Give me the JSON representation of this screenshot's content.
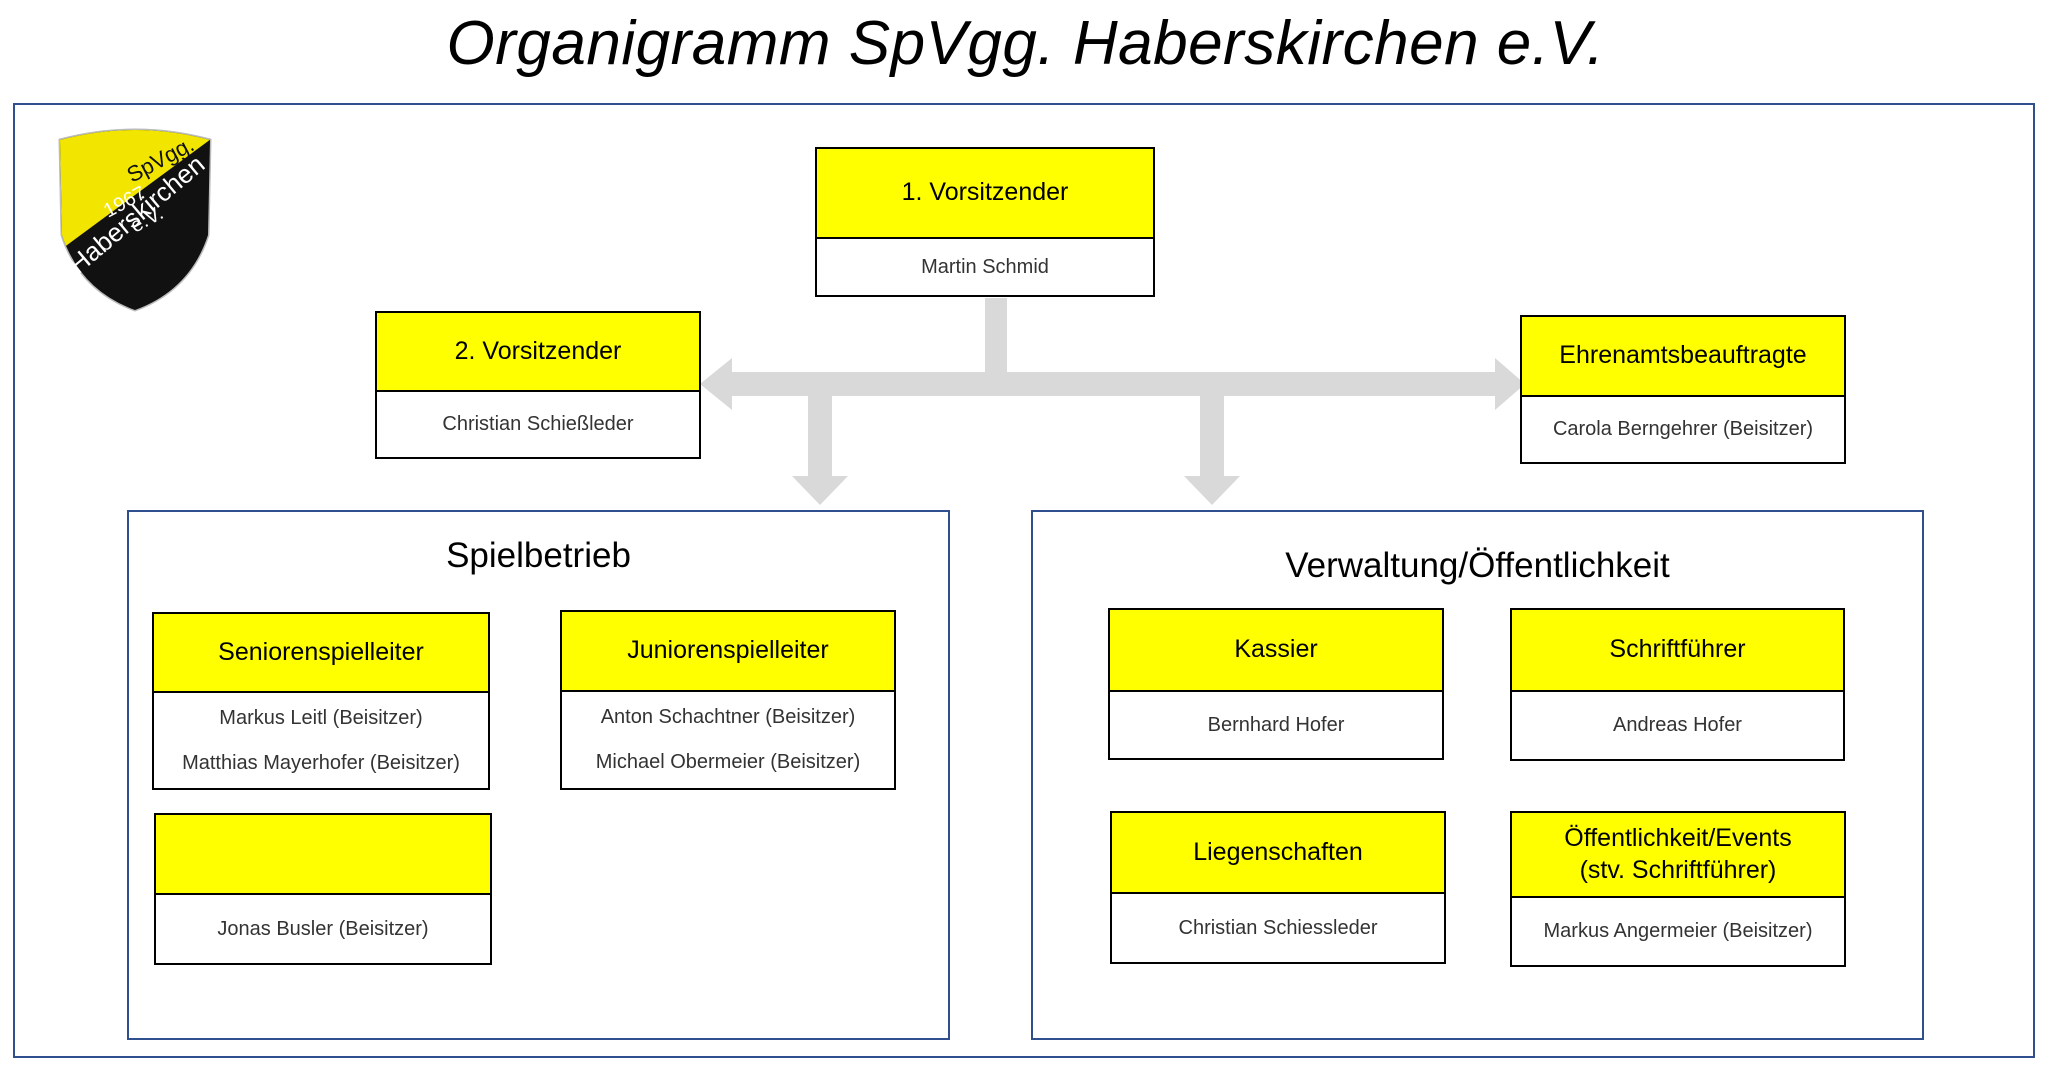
{
  "title": "Organigramm SpVgg. Haberskirchen e.V.",
  "colors": {
    "header_fill": "#ffff00",
    "frame": "#2f4f8f",
    "connector": "#d9d9d9"
  },
  "logo": {
    "text_top": "SpVgg.",
    "text_year": "1967",
    "text_ev": "e.V.",
    "text_bottom": "Haberskirchen"
  },
  "top": {
    "chair1": {
      "role": "1. Vorsitzender",
      "members": [
        "Martin Schmid"
      ]
    },
    "chair2": {
      "role": "2. Vorsitzender",
      "members": [
        "Christian Schießleder"
      ]
    },
    "honorary": {
      "role": "Ehrenamtsbeauftragte",
      "members": [
        "Carola Berngehrer (Beisitzer)"
      ]
    }
  },
  "spielbetrieb": {
    "title": "Spielbetrieb",
    "senioren": {
      "role": "Seniorenspielleiter",
      "members": [
        "Markus Leitl (Beisitzer)",
        "Matthias Mayerhofer (Beisitzer)"
      ]
    },
    "junioren": {
      "role": "Juniorenspielleiter",
      "members": [
        "Anton Schachtner (Beisitzer)",
        "Michael Obermeier (Beisitzer)"
      ]
    },
    "extra": {
      "role": "",
      "members": [
        "Jonas Busler (Beisitzer)"
      ]
    }
  },
  "verwaltung": {
    "title": "Verwaltung/Öffentlichkeit",
    "kassier": {
      "role": "Kassier",
      "members": [
        "Bernhard Hofer"
      ]
    },
    "schriftfuehrer": {
      "role": "Schriftführer",
      "members": [
        "Andreas Hofer"
      ]
    },
    "liegenschaften": {
      "role": "Liegenschaften",
      "members": [
        "Christian Schiessleder"
      ]
    },
    "oeffentlichkeit": {
      "role_line1": "Öffentlichkeit/Events",
      "role_line2": "(stv. Schriftführer)",
      "members": [
        "Markus Angermeier (Beisitzer)"
      ]
    }
  }
}
